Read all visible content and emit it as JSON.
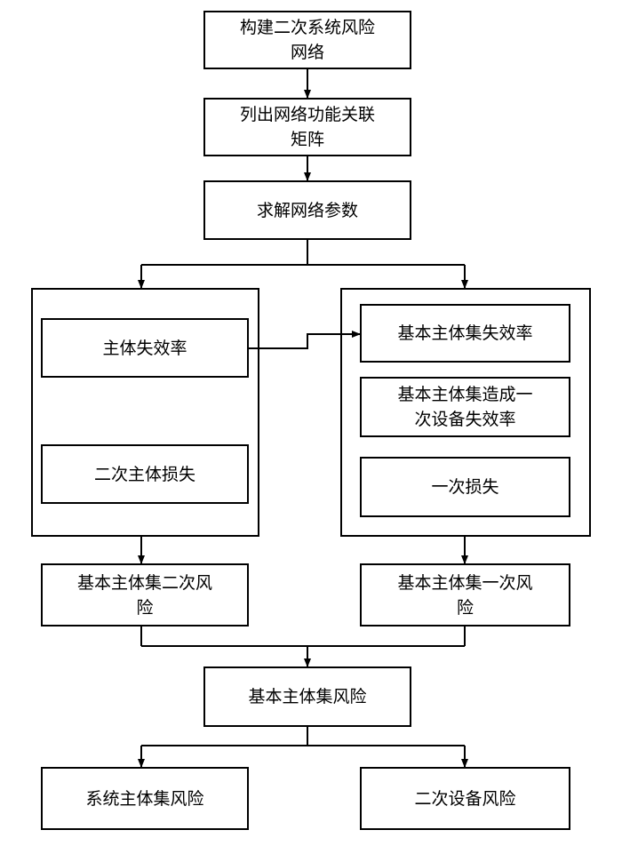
{
  "flowchart": {
    "step1": "构建二次系统风险\n网络",
    "step2": "列出网络功能关联\n矩阵",
    "step3": "求解网络参数",
    "left_group": {
      "failure_rate": "主体失效率",
      "secondary_loss": "二次主体损失"
    },
    "right_group": {
      "basic_set_failure_rate": "基本主体集失效率",
      "primary_equipment_failure_rate": "基本主体集造成一\n次设备失效率",
      "primary_loss": "一次损失"
    },
    "secondary_risk": "基本主体集二次风\n险",
    "primary_risk": "基本主体集一次风\n险",
    "basic_set_risk": "基本主体集风险",
    "system_set_risk": "系统主体集风险",
    "secondary_equipment_risk": "二次设备风险"
  },
  "colors": {
    "line": "#000000",
    "background": "#ffffff"
  }
}
